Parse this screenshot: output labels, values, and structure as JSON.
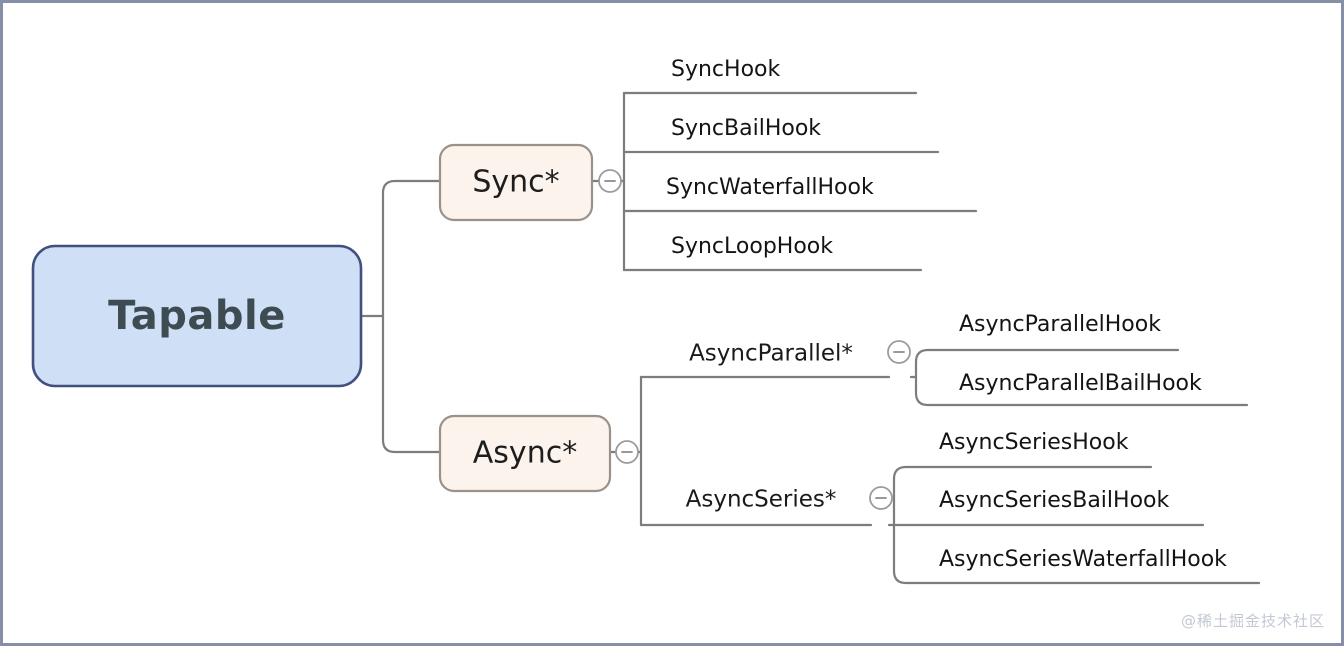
{
  "diagram": {
    "title": "Tapable hook class hierarchy mind map",
    "root": {
      "label": "Tapable"
    },
    "branches": [
      {
        "label": "Sync*",
        "toggle": "collapse-minus-icon",
        "children": [
          {
            "label": "SyncHook"
          },
          {
            "label": "SyncBailHook"
          },
          {
            "label": "SyncWaterfallHook"
          },
          {
            "label": "SyncLoopHook"
          }
        ]
      },
      {
        "label": "Async*",
        "toggle": "collapse-minus-icon",
        "groups": [
          {
            "label": "AsyncParallel*",
            "toggle": "collapse-minus-icon",
            "children": [
              {
                "label": "AsyncParallelHook"
              },
              {
                "label": "AsyncParallelBailHook"
              }
            ]
          },
          {
            "label": "AsyncSeries*",
            "toggle": "collapse-minus-icon",
            "children": [
              {
                "label": "AsyncSeriesHook"
              },
              {
                "label": "AsyncSeriesBailHook"
              },
              {
                "label": "AsyncSeriesWaterfallHook"
              }
            ]
          }
        ]
      }
    ],
    "watermark": "@稀土掘金技术社区",
    "colors": {
      "root_fill": "#cfe0f6",
      "root_stroke": "#41507e",
      "branch_fill": "#fbf3ec",
      "branch_stroke": "#9a9188",
      "edge": "#7d7d7d",
      "frame": "#8590a8",
      "watermark": "#c3c8d4"
    }
  }
}
